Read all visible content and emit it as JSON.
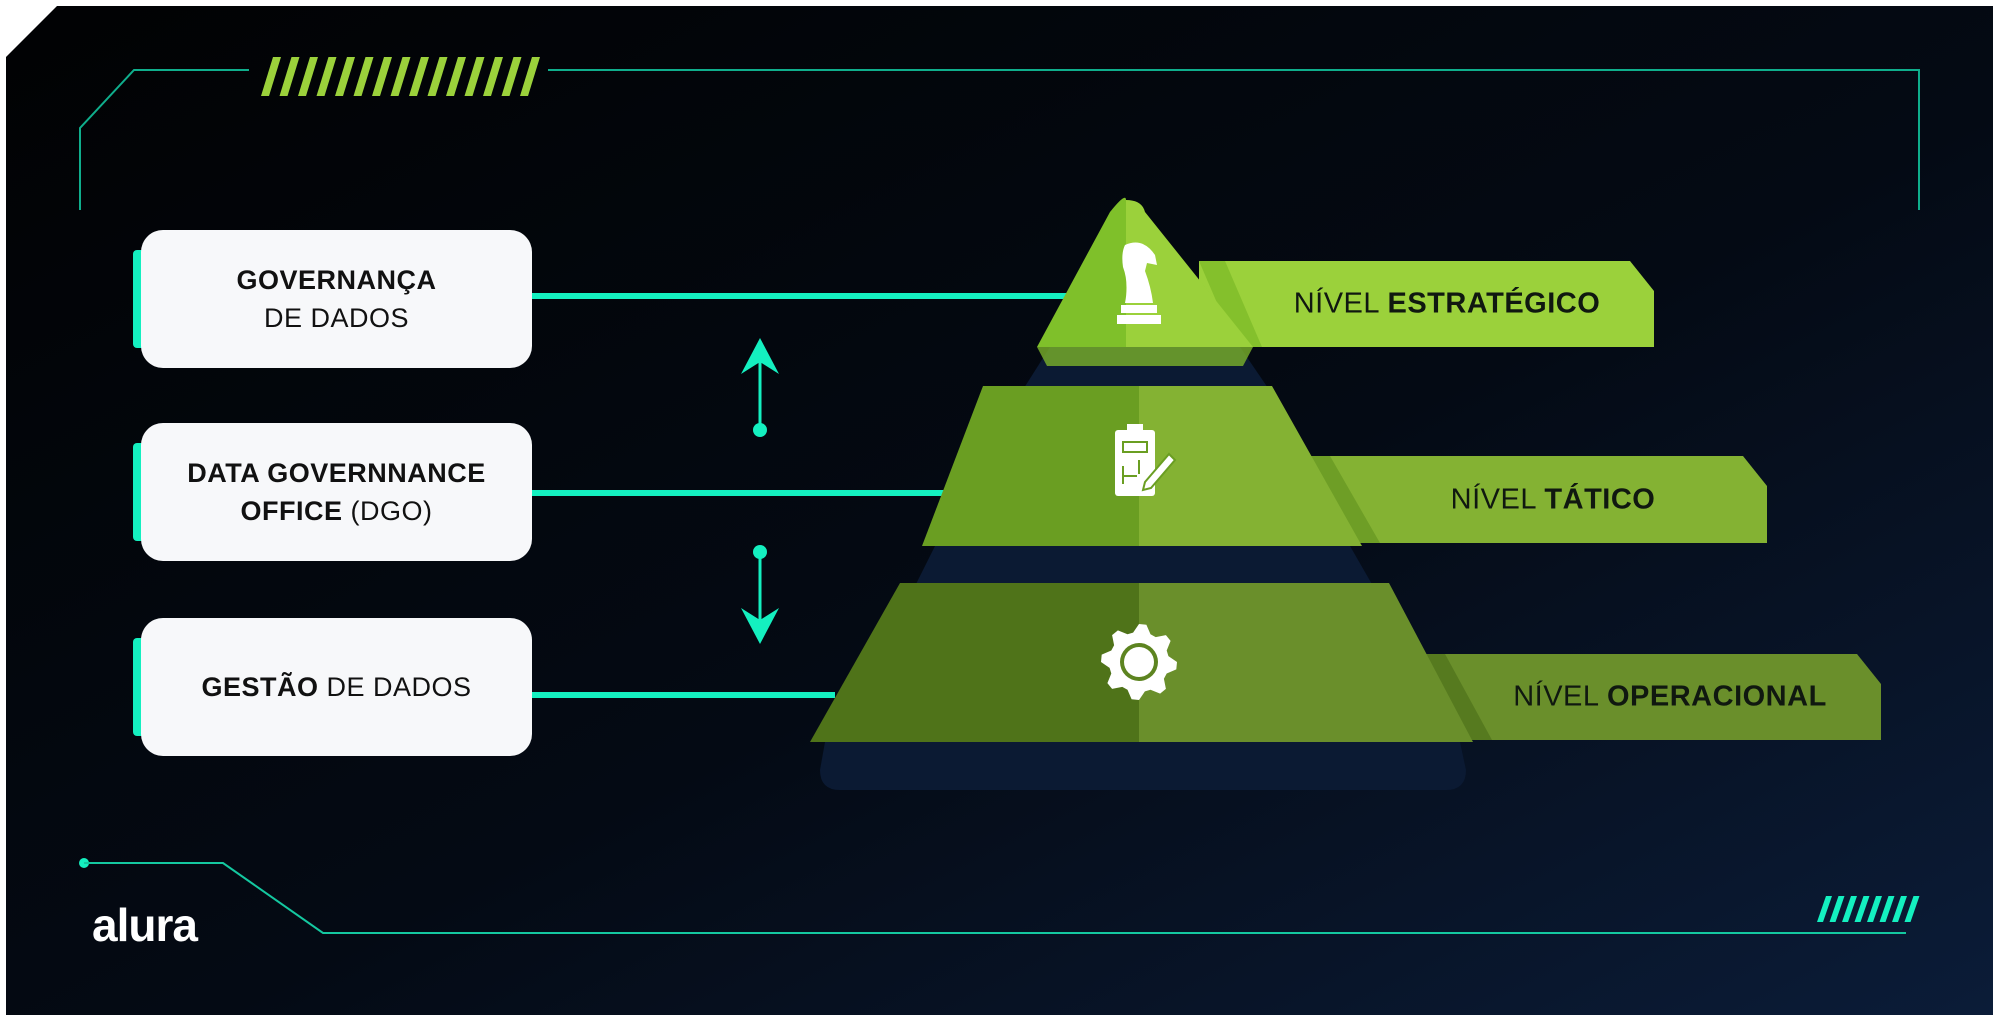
{
  "boxes": [
    {
      "bold": "GOVERNANÇA",
      "regular": "DE DADOS"
    },
    {
      "bold_line1": "DATA GOVERNNANCE",
      "bold_line2": "OFFICE",
      "regular": " (DGO)"
    },
    {
      "bold": "GESTÃO",
      "regular": " DE DADOS"
    }
  ],
  "levels": [
    {
      "prefix": "NÍVEL ",
      "name": "ESTRATÉGICO",
      "icon": "chess-knight-icon",
      "color": "#9bd13b"
    },
    {
      "prefix": "NÍVEL ",
      "name": "TÁTICO",
      "icon": "clipboard-plan-icon",
      "color": "#84b233"
    },
    {
      "prefix": "NÍVEL ",
      "name": "OPERACIONAL",
      "icon": "gear-icon",
      "color": "#6a8f2b"
    }
  ],
  "logo": "alura",
  "colors": {
    "accent": "#14f0c0",
    "navy": "#0b1a33",
    "lime": "#a4d43a"
  }
}
